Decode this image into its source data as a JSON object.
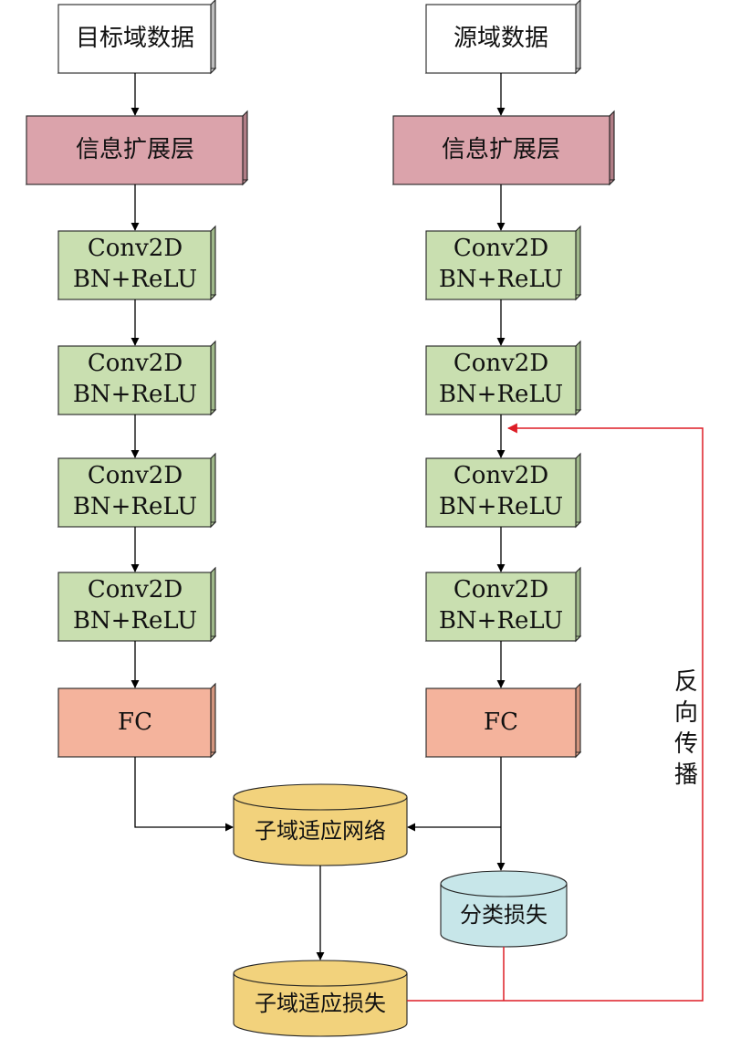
{
  "left_column": {
    "input": "目标域数据",
    "expansion": "信息扩展层",
    "conv_blocks": [
      {
        "line1": "Conv2D",
        "line2": "BN+ReLU"
      },
      {
        "line1": "Conv2D",
        "line2": "BN+ReLU"
      },
      {
        "line1": "Conv2D",
        "line2": "BN+ReLU"
      },
      {
        "line1": "Conv2D",
        "line2": "BN+ReLU"
      }
    ],
    "fc": "FC"
  },
  "right_column": {
    "input": "源域数据",
    "expansion": "信息扩展层",
    "conv_blocks": [
      {
        "line1": "Conv2D",
        "line2": "BN+ReLU"
      },
      {
        "line1": "Conv2D",
        "line2": "BN+ReLU"
      },
      {
        "line1": "Conv2D",
        "line2": "BN+ReLU"
      },
      {
        "line1": "Conv2D",
        "line2": "BN+ReLU"
      }
    ],
    "fc": "FC"
  },
  "subdomain_network": "子域适应网络",
  "classification_loss": "分类损失",
  "subdomain_loss": "子域适应损失",
  "backprop_label": [
    "反",
    "向",
    "传",
    "播"
  ],
  "colors": {
    "input_fill": "#ffffff",
    "expansion_fill": "#dba3ab",
    "conv_fill": "#c9dfb0",
    "fc_fill": "#f4b39c",
    "network_fill": "#f2d27c",
    "class_loss_fill": "#c7e6e9",
    "edge": "#000000",
    "backprop_edge": "#dd1d26"
  }
}
